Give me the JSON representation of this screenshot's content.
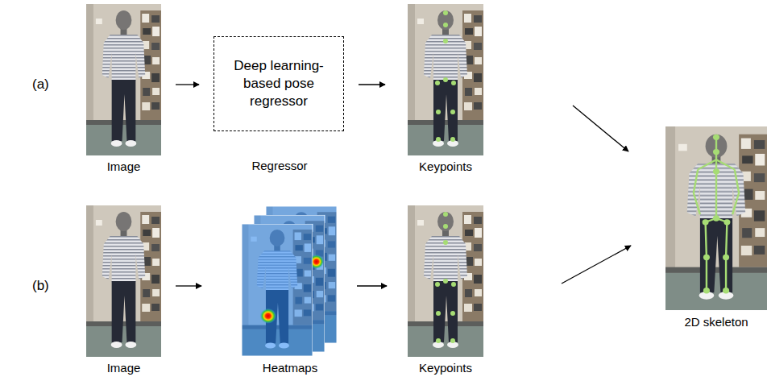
{
  "diagram": {
    "nodes": [
      {
        "text": [
          "Image"
        ]
      },
      {
        "text": [
          "Deep learning-based pose regressor",
          "Regressor"
        ]
      },
      {
        "text": [
          "Keypoints"
        ]
      },
      {
        "text": [
          "2D skeleton"
        ]
      },
      {
        "text": [
          "Image"
        ]
      },
      {
        "text": [
          "Heatmaps"
        ]
      },
      {
        "text": [
          "Keypoints"
        ]
      }
    ],
    "edges": [
      {
        "from": 0,
        "to": 1,
        "arrow": "to"
      },
      {
        "from": 1,
        "to": 2,
        "arrow": "to"
      },
      {
        "from": 2,
        "to": 3,
        "arrow": "to"
      },
      {
        "from": 4,
        "to": 5,
        "arrow": "to"
      },
      {
        "from": 5,
        "to": 6,
        "arrow": "to"
      },
      {
        "from": 6,
        "to": 3,
        "arrow": "to"
      }
    ],
    "labels": [
      "(a)",
      "(b)"
    ]
  }
}
